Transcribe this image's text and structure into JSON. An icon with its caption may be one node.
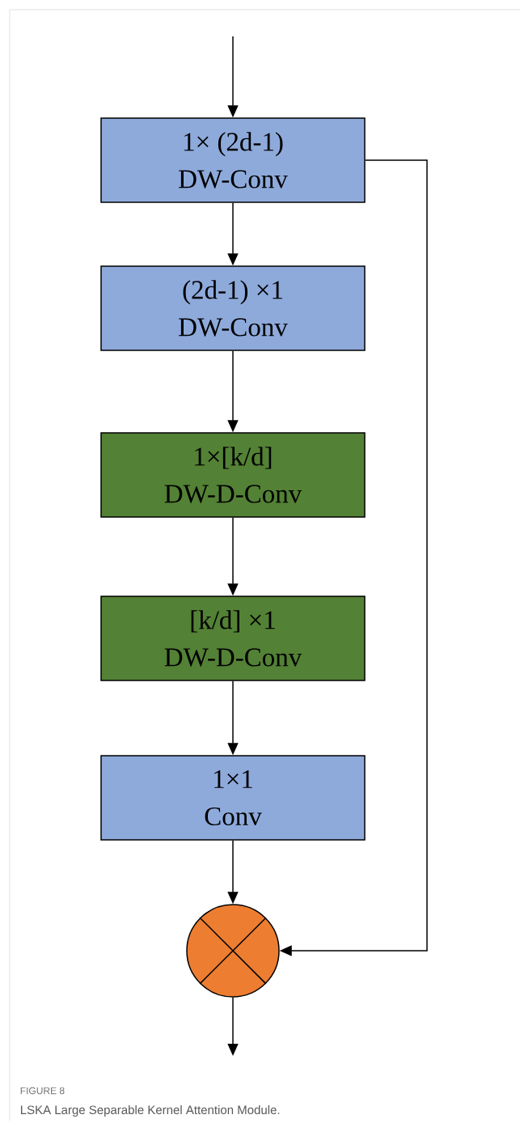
{
  "diagram": {
    "title": "FIGURE 8",
    "caption": "LSKA Large Separable Kernel Attention Module.",
    "nodes": [
      {
        "text": [
          "1× (2d-1)",
          "DW-Conv"
        ]
      },
      {
        "text": [
          "(2d-1) ×1",
          "DW-Conv"
        ]
      },
      {
        "text": [
          "1×[k/d]",
          "DW-D-Conv"
        ]
      },
      {
        "text": [
          "[k/d] ×1",
          "DW-D-Conv"
        ]
      },
      {
        "text": [
          "1×1",
          "Conv"
        ]
      },
      {
        "text": [],
        "shape": "circle"
      }
    ],
    "edges": [
      {
        "from": null,
        "to": 0,
        "arrow": "to"
      },
      {
        "from": 0,
        "to": 1,
        "arrow": "to"
      },
      {
        "from": 1,
        "to": 2,
        "arrow": "to"
      },
      {
        "from": 2,
        "to": 3,
        "arrow": "to"
      },
      {
        "from": 3,
        "to": 4,
        "arrow": "to"
      },
      {
        "from": 4,
        "to": 5,
        "arrow": "to"
      },
      {
        "from": 0,
        "to": 5,
        "arrow": "to"
      },
      {
        "from": 5,
        "to": null,
        "arrow": "to"
      }
    ]
  }
}
